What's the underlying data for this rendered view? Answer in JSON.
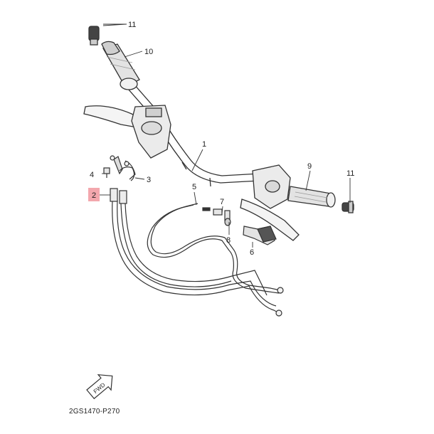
{
  "diagram": {
    "callouts": [
      {
        "id": "c1",
        "text": "1"
      },
      {
        "id": "c2",
        "text": "2",
        "highlight": "#f3a7ad"
      },
      {
        "id": "c3",
        "text": "3"
      },
      {
        "id": "c4",
        "text": "4"
      },
      {
        "id": "c5",
        "text": "5"
      },
      {
        "id": "c6",
        "text": "6"
      },
      {
        "id": "c7",
        "text": "7"
      },
      {
        "id": "c8",
        "text": "8"
      },
      {
        "id": "c9",
        "text": "9"
      },
      {
        "id": "c10",
        "text": "10"
      },
      {
        "id": "c11a",
        "text": "11"
      },
      {
        "id": "c11b",
        "text": "11"
      }
    ],
    "fwd_label": "FWD",
    "drawing_code": "2GS1470-P270",
    "colors": {
      "line": "#333333",
      "shade": "#d9d9d9",
      "highlight": "#f3a7ad"
    }
  }
}
